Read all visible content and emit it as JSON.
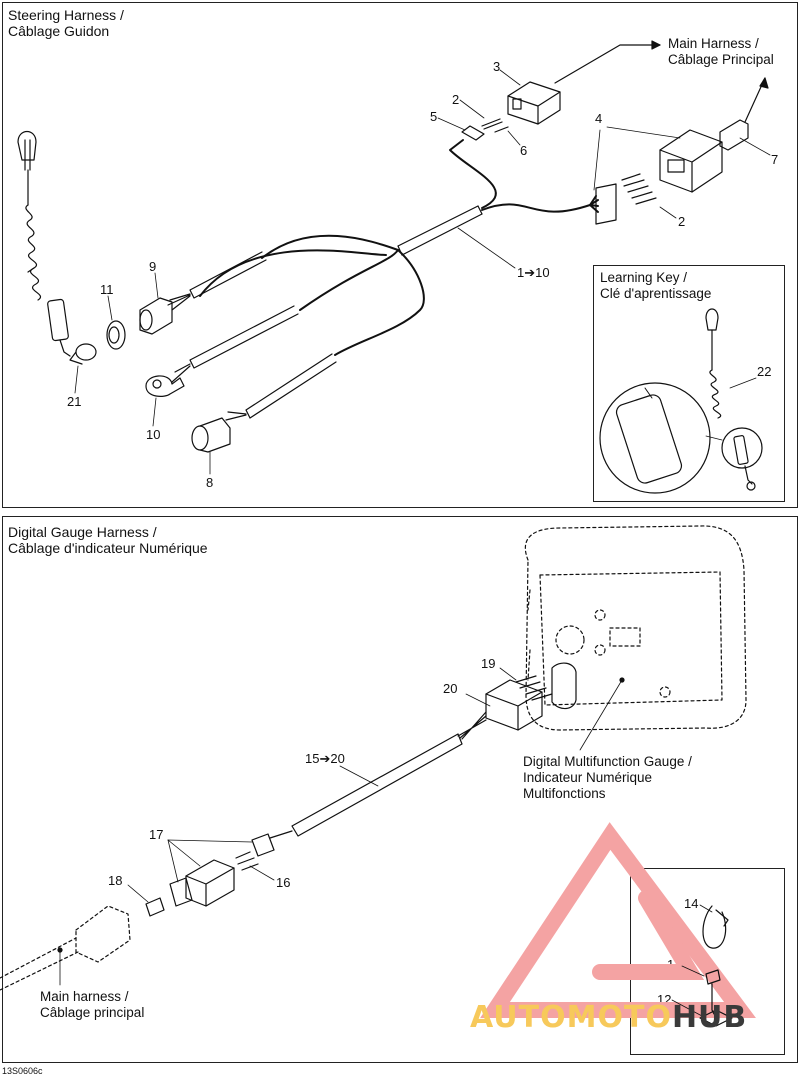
{
  "steering": {
    "title_en": "Steering Harness /",
    "title_fr": "Câblage Guidon",
    "main_harness_en": "Main Harness  /",
    "main_harness_fr": "Câblage Principal",
    "learning_key_en": "Learning Key /",
    "learning_key_fr": "Clé d'aprentissage",
    "callouts": [
      "3",
      "2",
      "5",
      "6",
      "4",
      "7",
      "2",
      "1➔10",
      "9",
      "11",
      "21",
      "10",
      "8",
      "22"
    ]
  },
  "gauge": {
    "title_en": "Digital Gauge Harness /",
    "title_fr": "Câblage d'indicateur Numérique",
    "gauge_label_1": "Digital Multifunction Gauge /",
    "gauge_label_2": "Indicateur Numérique",
    "gauge_label_3": "Multifonctions",
    "main_harness_en": "Main harness /",
    "main_harness_fr": "Câblage principal",
    "callouts": [
      "19",
      "20",
      "15➔20",
      "17",
      "16",
      "18",
      "14",
      "13",
      "12"
    ]
  },
  "footer_code": "13S0606c",
  "watermark": {
    "part1": "AUTOMOTO",
    "part2": "HUB"
  },
  "colors": {
    "line": "#111111",
    "watermark_red": "#f4a3a3",
    "watermark_yellow": "#f7c95b"
  }
}
